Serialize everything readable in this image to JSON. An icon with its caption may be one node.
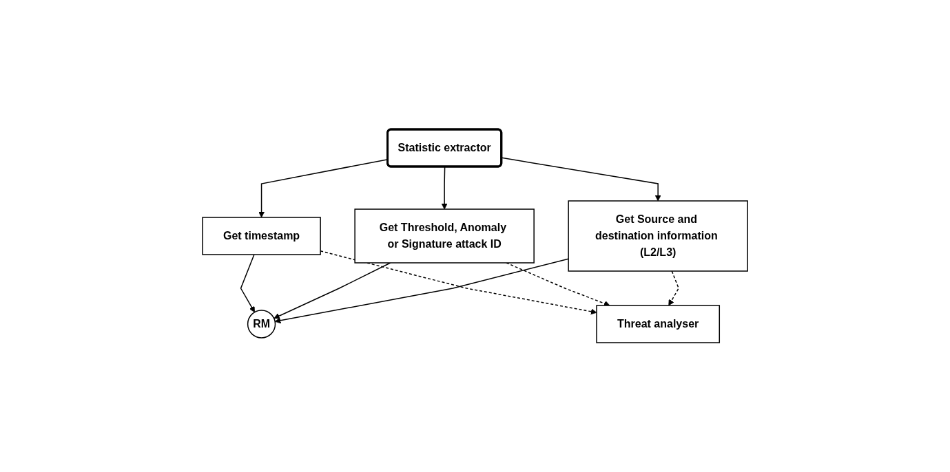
{
  "diagram": {
    "nodes": [
      {
        "text": [
          "Statistic extractor"
        ]
      },
      {
        "text": [
          "Get timestamp"
        ]
      },
      {
        "text": [
          "Get Threshold, Anomaly or Signature attack ID"
        ]
      },
      {
        "text": [
          "Get Source and destination information (L2/L3)"
        ]
      },
      {
        "text": [
          "RM"
        ]
      },
      {
        "text": [
          "Threat analyser"
        ]
      }
    ],
    "edges": [
      {
        "from": 0,
        "to": 1,
        "arrow": "to"
      },
      {
        "from": 0,
        "to": 2,
        "arrow": "to"
      },
      {
        "from": 0,
        "to": 3,
        "arrow": "to"
      },
      {
        "from": 1,
        "to": 4,
        "arrow": "to"
      },
      {
        "from": 2,
        "to": 4,
        "arrow": "to"
      },
      {
        "from": 3,
        "to": 4,
        "arrow": "to"
      },
      {
        "from": 1,
        "to": 5,
        "arrow": "to",
        "style": "dashed"
      },
      {
        "from": 2,
        "to": 5,
        "arrow": "to",
        "style": "dashed"
      },
      {
        "from": 3,
        "to": 5,
        "arrow": "to",
        "style": "dashed"
      }
    ]
  }
}
